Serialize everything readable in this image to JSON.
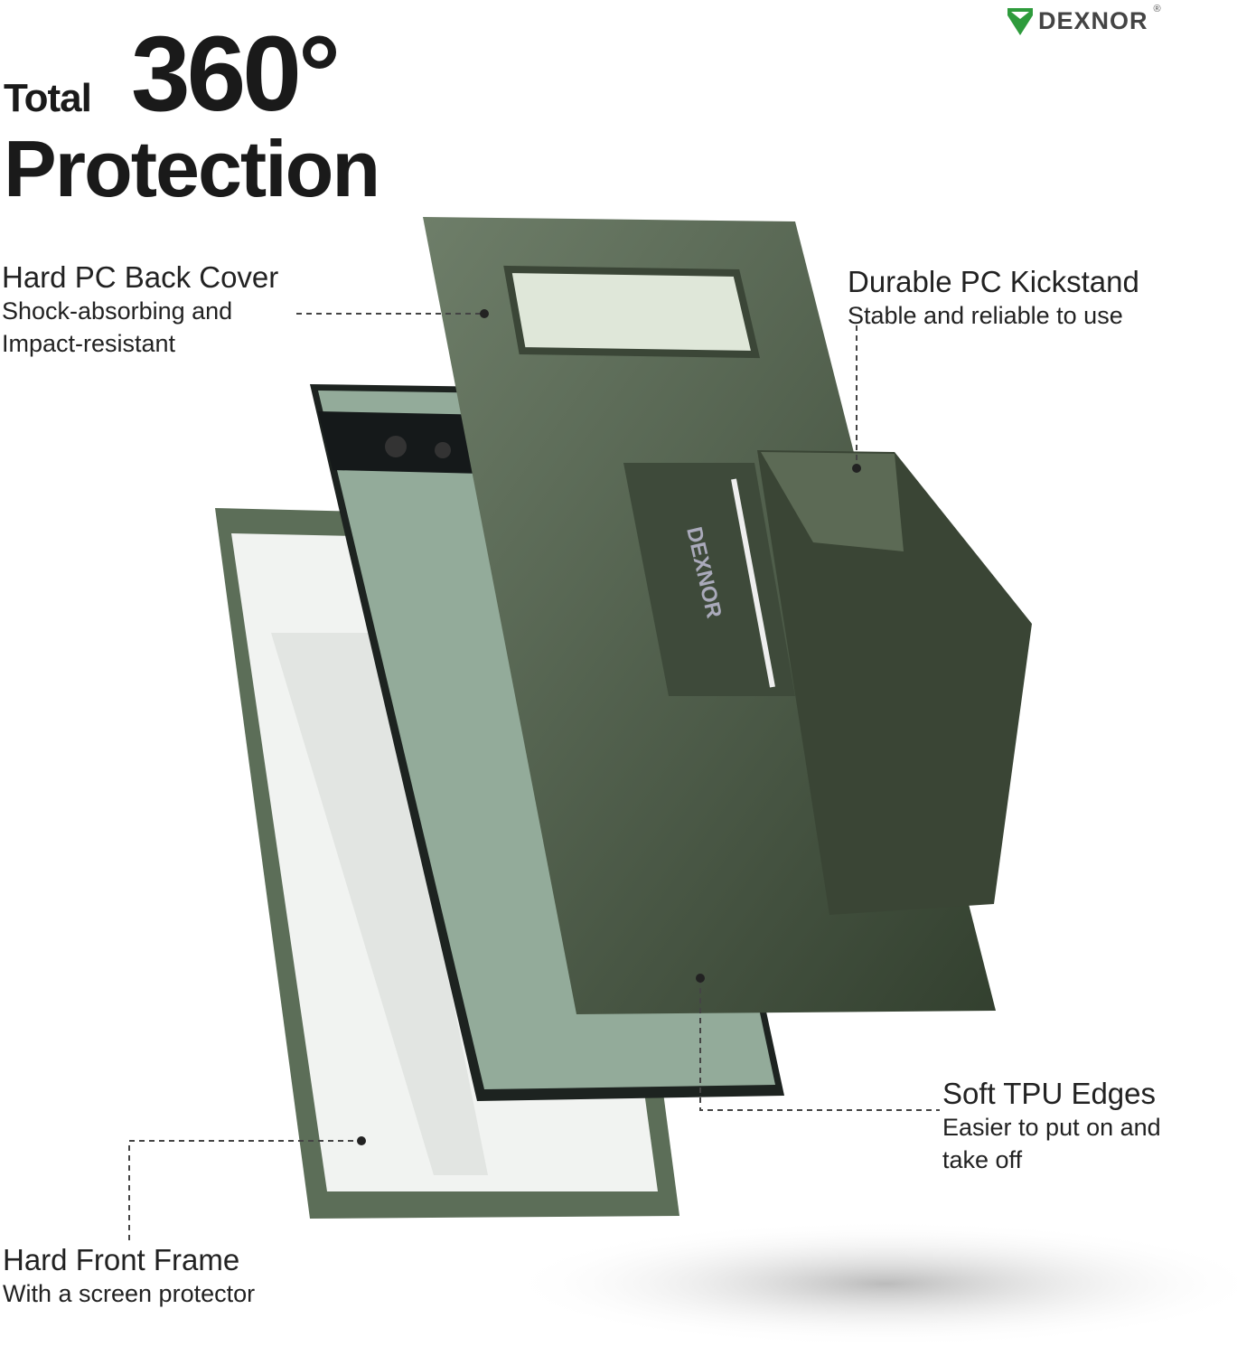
{
  "brand": {
    "name": "DEXNOR",
    "registered_mark": "®",
    "logo_color": "#2e9b3c"
  },
  "headline": {
    "line1_small": "Total",
    "line1_big": "360°",
    "line2": "Protection"
  },
  "callouts": [
    {
      "title": "Hard PC Back Cover",
      "lines": [
        "Shock-absorbing and",
        "Impact-resistant"
      ]
    },
    {
      "title": "Durable PC Kickstand",
      "lines": [
        "Stable and reliable to use"
      ]
    },
    {
      "title": "Soft TPU Edges",
      "lines": [
        "Easier to put on and",
        "take off"
      ]
    },
    {
      "title": "Hard Front Frame",
      "lines": [
        "With a screen protector"
      ]
    }
  ],
  "product_colors": {
    "case": "#4f5e4c",
    "phone": "#93ab9a",
    "kickstand": "#3a4535"
  },
  "case_embossed_text": "DEXNOR"
}
